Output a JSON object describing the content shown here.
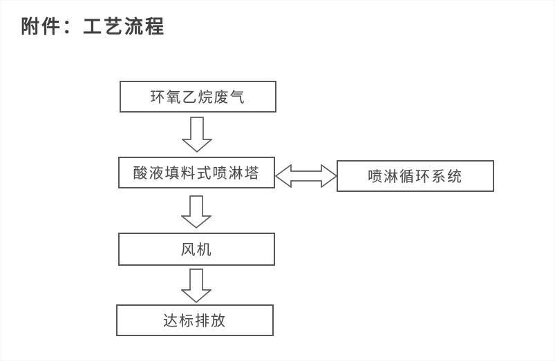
{
  "page": {
    "title": "附件：工艺流程"
  },
  "flowchart": {
    "nodes": [
      {
        "id": "waste-gas",
        "label": "环氧乙烷废气"
      },
      {
        "id": "spray-tower",
        "label": "酸液填料式喷淋塔"
      },
      {
        "id": "circulation",
        "label": "喷淋循环系统"
      },
      {
        "id": "fan",
        "label": "风机"
      },
      {
        "id": "discharge",
        "label": "达标排放"
      }
    ],
    "edges": [
      {
        "from": "环氧乙烷废气",
        "to": "酸液填料式喷淋塔",
        "type": "down-arrow"
      },
      {
        "from": "酸液填料式喷淋塔",
        "to": "喷淋循环系统",
        "type": "double-arrow"
      },
      {
        "from": "酸液填料式喷淋塔",
        "to": "风机",
        "type": "down-arrow"
      },
      {
        "from": "风机",
        "to": "达标排放",
        "type": "down-arrow"
      }
    ]
  },
  "colors": {
    "background": "#ffffff",
    "ink": "#474747",
    "box_border": "#565656",
    "arrow_outline": "#5a5a5a"
  }
}
